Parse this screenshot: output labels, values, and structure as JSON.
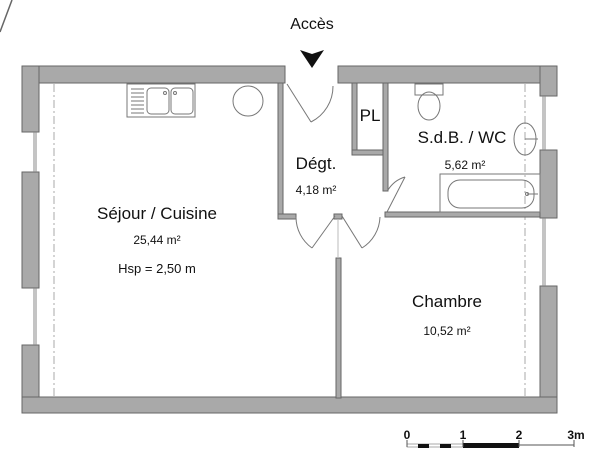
{
  "plan": {
    "access_label": "Accès",
    "wall_color": "#a9a9a9",
    "wall_stroke": "#666666",
    "rooms": [
      {
        "id": "sejour",
        "name": "Séjour / Cuisine",
        "area": "25,44 m²",
        "extra": "Hsp = 2,50 m"
      },
      {
        "id": "degt",
        "name": "Dégt.",
        "area": "4,18 m²"
      },
      {
        "id": "pl",
        "name": "PL"
      },
      {
        "id": "sdb",
        "name": "S.d.B. / WC",
        "area": "5,62 m²"
      },
      {
        "id": "chambre",
        "name": "Chambre",
        "area": "10,52 m²"
      }
    ],
    "fixtures": [
      "double-sink",
      "stove-circle",
      "toilet",
      "washbasin",
      "bathtub"
    ]
  },
  "scale": {
    "ticks": [
      "0",
      "1",
      "2",
      "3m"
    ]
  }
}
